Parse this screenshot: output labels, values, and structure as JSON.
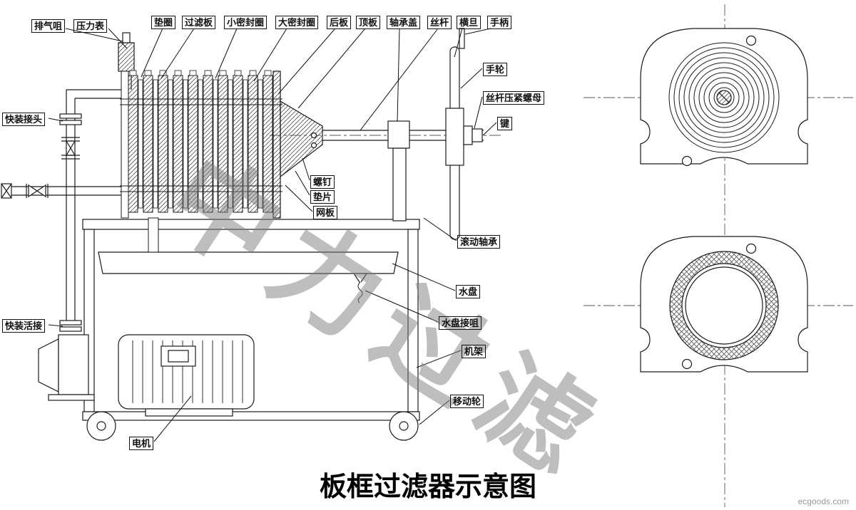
{
  "title": "板框过滤器示意图",
  "watermark": "中力过滤",
  "credit": "ecgoods.com",
  "labels": {
    "exhaust_nozzle": "排气咀",
    "pressure_gauge": "压力表",
    "washer": "垫圈",
    "filter_plate": "过滤板",
    "small_seal_ring": "小密封圈",
    "large_seal_ring": "大密封圈",
    "back_plate": "后板",
    "top_plate": "顶板",
    "bearing_cover": "轴承盖",
    "screw_rod": "丝杆",
    "cross_beam": "横旦",
    "handle": "手柄",
    "hand_wheel": "手轮",
    "screw_lock_nut": "丝杆压紧螺母",
    "key": "键",
    "screw": "螺钉",
    "gasket": "垫片",
    "mesh_plate": "网板",
    "rolling_bearing": "滚动轴承",
    "water_tray": "水盘",
    "water_tray_nozzle": "水盘接咀",
    "machine_frame": "机架",
    "moving_wheel": "移动轮",
    "motor": "电机",
    "quick_joint": "快装接头",
    "quick_union": "快装活接"
  }
}
